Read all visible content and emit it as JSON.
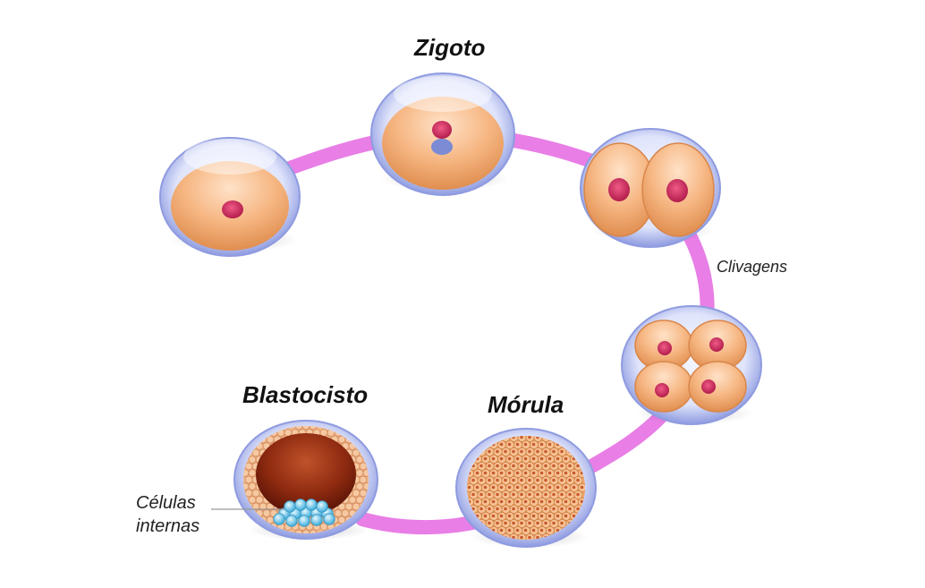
{
  "labels": {
    "zigoto": "Zigoto",
    "clivagens": "Clivagens",
    "morula": "Mórula",
    "blastocisto": "Blastocisto",
    "celulas_internas_line1": "Células",
    "celulas_internas_line2": "internas"
  },
  "colors": {
    "path": "#e87ee6",
    "zona": "#cfd6f7",
    "cell": "#f3b888",
    "nucleus": "#d23060",
    "inner_cells": "#7fd0ee",
    "blastocoel": "#8b2a0e"
  },
  "stages": [
    "oocito",
    "zigoto",
    "duas-celulas",
    "quatro-celulas",
    "morula",
    "blastocisto"
  ]
}
